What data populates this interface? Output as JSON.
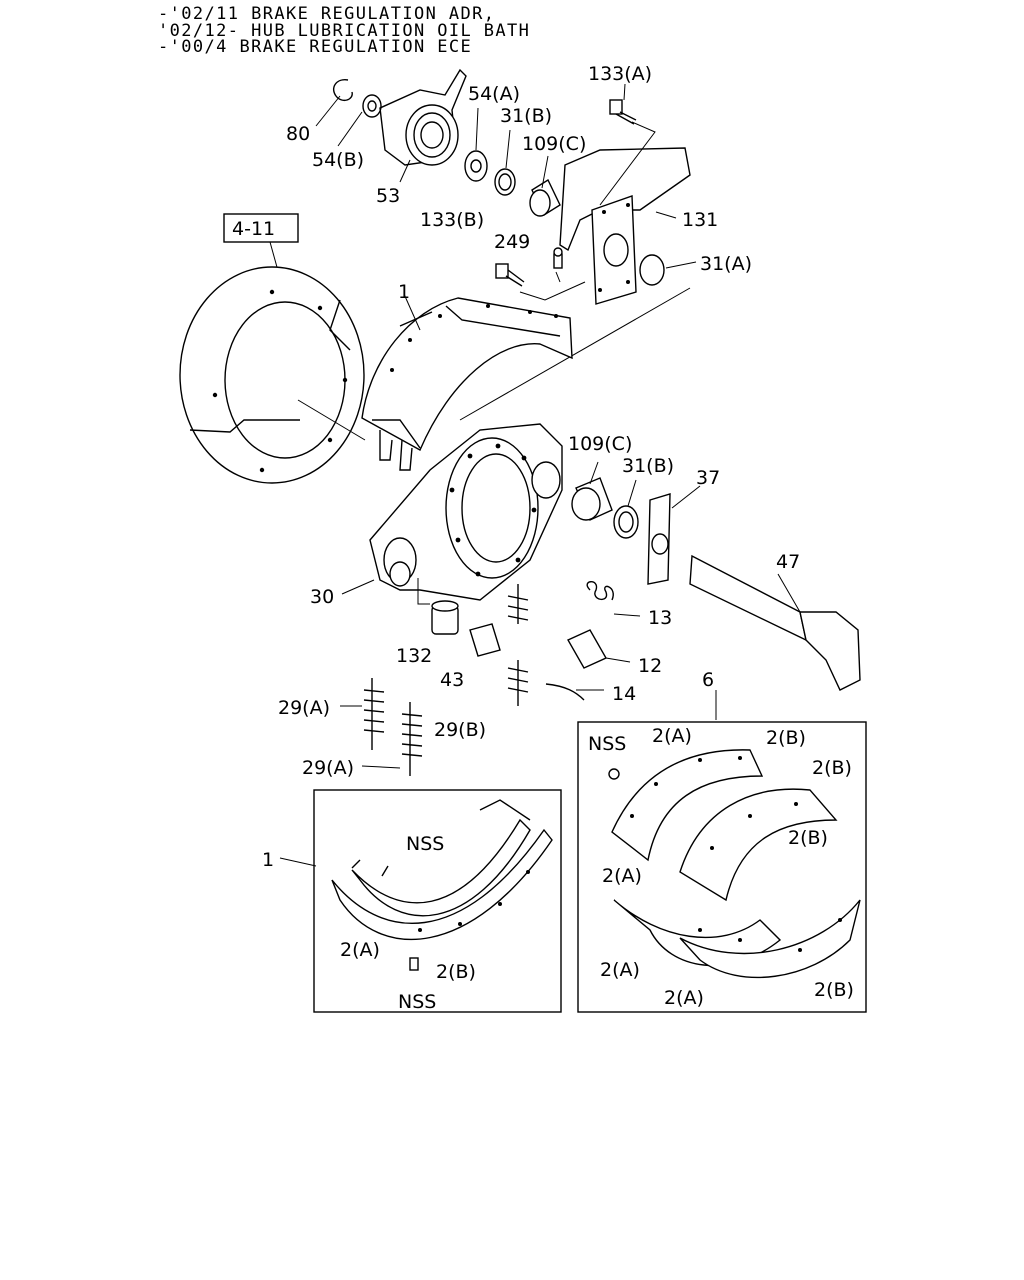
{
  "header": {
    "lines": [
      "-'02/11 BRAKE REGULATION ADR,",
      "'02/12- HUB LUBRICATION OIL BATH",
      "-'00/4 BRAKE REGULATION ECE"
    ]
  },
  "callouts": {
    "ref_box": "4-11",
    "p80": "80",
    "p54b_top": "54(B)",
    "p54a": "54(A)",
    "p53": "53",
    "p133a": "133(A)",
    "p31b_top": "31(B)",
    "p109c_top": "109(C)",
    "p131": "131",
    "p133b": "133(B)",
    "p249": "249",
    "p31a": "31(A)",
    "p1_top": "1",
    "p109c_mid": "109(C)",
    "p31b_mid": "31(B)",
    "p37": "37",
    "p47": "47",
    "p30": "30",
    "p13": "13",
    "p132": "132",
    "p12": "12",
    "p43": "43",
    "p6": "6",
    "p14": "14",
    "p29a_1": "29(A)",
    "p29b": "29(B)",
    "p29a_2": "29(A)",
    "p1_box": "1"
  },
  "box_left": {
    "nss_top": "NSS",
    "p2a": "2(A)",
    "p2b": "2(B)",
    "nss_bottom": "NSS"
  },
  "box_right": {
    "nss": "NSS",
    "p2a_1": "2(A)",
    "p2b_1": "2(B)",
    "p2b_2": "2(B)",
    "p2b_3": "2(B)",
    "p2a_2": "2(A)",
    "p2a_3": "2(A)",
    "p2a_4": "2(A)",
    "p2b_4": "2(B)"
  }
}
